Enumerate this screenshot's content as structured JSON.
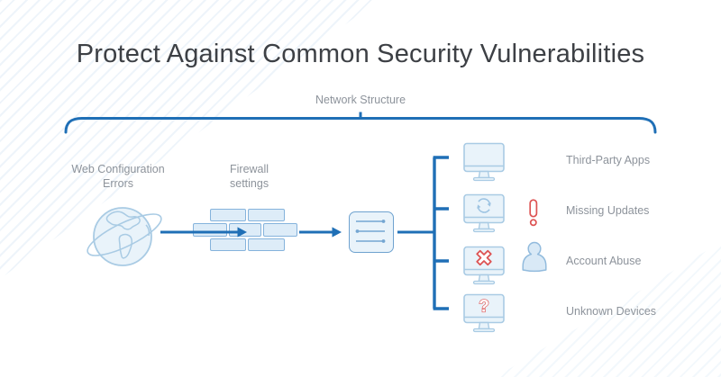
{
  "title": "Protect Against Common Security Vulnerabilities",
  "network_label": "Network Structure",
  "source_node": {
    "line1": "Web Configuration",
    "line2": "Errors",
    "icon": "globe-icon"
  },
  "firewall_node": {
    "line1": "Firewall",
    "line2": "settings",
    "icon": "firewall-brick-wall-icon"
  },
  "switch_node": {
    "icon": "network-switch-icon"
  },
  "endpoints": [
    {
      "label": "Third-Party Apps",
      "screen_icon": "monitor-icon",
      "badge_icon": ""
    },
    {
      "label": "Missing Updates",
      "screen_icon": "refresh-monitor-icon",
      "badge_icon": "exclamation-icon"
    },
    {
      "label": "Account Abuse",
      "screen_icon": "x-monitor-icon",
      "badge_icon": "person-icon"
    },
    {
      "label": "Unknown Devices",
      "screen_icon": "question-monitor-icon",
      "badge_icon": ""
    }
  ],
  "colors": {
    "accent_blue": "#1f6fb6",
    "icon_outline_blue": "#a9cbe4",
    "icon_fill_blue": "#e9f3fa",
    "brick_border": "#85b3dc",
    "brick_fill": "#ddecf8",
    "alert_red": "#dd5353",
    "label_gray": "#8d939b",
    "title_gray": "#3d4045",
    "stripe_blue": "#adcde9"
  }
}
